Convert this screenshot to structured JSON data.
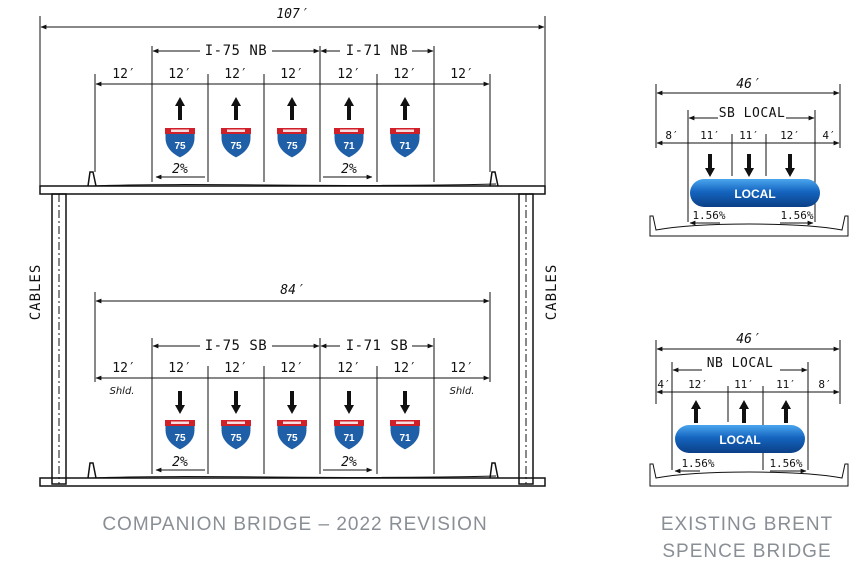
{
  "companion": {
    "upper": {
      "total_width": "107′",
      "groups": [
        "I-75 NB",
        "I-71 NB"
      ],
      "lane_widths": [
        "12′",
        "12′",
        "12′",
        "12′",
        "12′",
        "12′",
        "12′"
      ],
      "shield_routes": [
        "75",
        "75",
        "75",
        "71",
        "71"
      ],
      "slopes": [
        "2%",
        "2%"
      ]
    },
    "lower": {
      "total_width": "84′",
      "groups": [
        "I-75 SB",
        "I-71 SB"
      ],
      "lane_widths": [
        "12′",
        "12′",
        "12′",
        "12′",
        "12′",
        "12′",
        "12′"
      ],
      "shoulder_labels": [
        "Shld.",
        "Shld."
      ],
      "shield_routes": [
        "75",
        "75",
        "75",
        "71",
        "71"
      ],
      "slopes": [
        "2%",
        "2%"
      ]
    },
    "cables_label": "CABLES",
    "caption": "COMPANION BRIDGE – 2022 REVISION"
  },
  "existing": {
    "upper": {
      "total_width": "46′",
      "group": "SB LOCAL",
      "lane_widths": [
        "8′",
        "11′",
        "11′",
        "12′",
        "4′"
      ],
      "sign": "LOCAL",
      "slopes": [
        "1.56%",
        "1.56%"
      ]
    },
    "lower": {
      "total_width": "46′",
      "group": "NB LOCAL",
      "lane_widths": [
        "4′",
        "12′",
        "11′",
        "11′",
        "8′"
      ],
      "sign": "LOCAL",
      "slopes": [
        "1.56%",
        "1.56%"
      ]
    },
    "caption_line1": "EXISTING BRENT",
    "caption_line2": "SPENCE BRIDGE"
  },
  "colors": {
    "line": "#111111",
    "shield_blue": "#1f5fa8",
    "shield_red": "#d0202a",
    "local_sign_blue": "#1565c0",
    "caption_grey": "#8a8f96"
  }
}
